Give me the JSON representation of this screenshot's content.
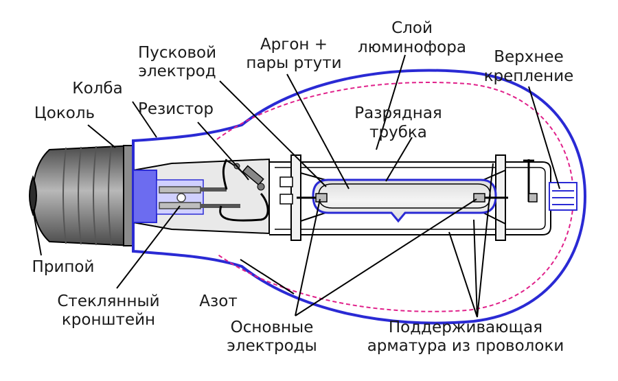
{
  "labels": {
    "layer_line1": "Слой",
    "layer_line2": "люминофора",
    "argon_line1": "Аргон +",
    "argon_line2": "пары ртути",
    "start_line1": "Пусковой",
    "start_line2": "электрод",
    "top_line1": "Верхнее",
    "top_line2": "крепление",
    "bulb": "Колба",
    "resistor": "Резистор",
    "discharge_line1": "Разрядная",
    "discharge_line2": "трубка",
    "base": "Цоколь",
    "solder": "Припой",
    "glass_line1": "Стеклянный",
    "glass_line2": "кронштейн",
    "nitrogen": "Азот",
    "main_line1": "Основные",
    "main_line2": "электроды",
    "support_line1": "Поддерживающая",
    "support_line2": "арматура из проволоки"
  },
  "colors": {
    "bulb_outline": "#2a2ad4",
    "phosphor": "#e0208a",
    "base_dark": "#4d4d4d",
    "base_shade": "#9a9a9a",
    "glass": "#e6e6e6",
    "frame": "#cfcfcf"
  }
}
